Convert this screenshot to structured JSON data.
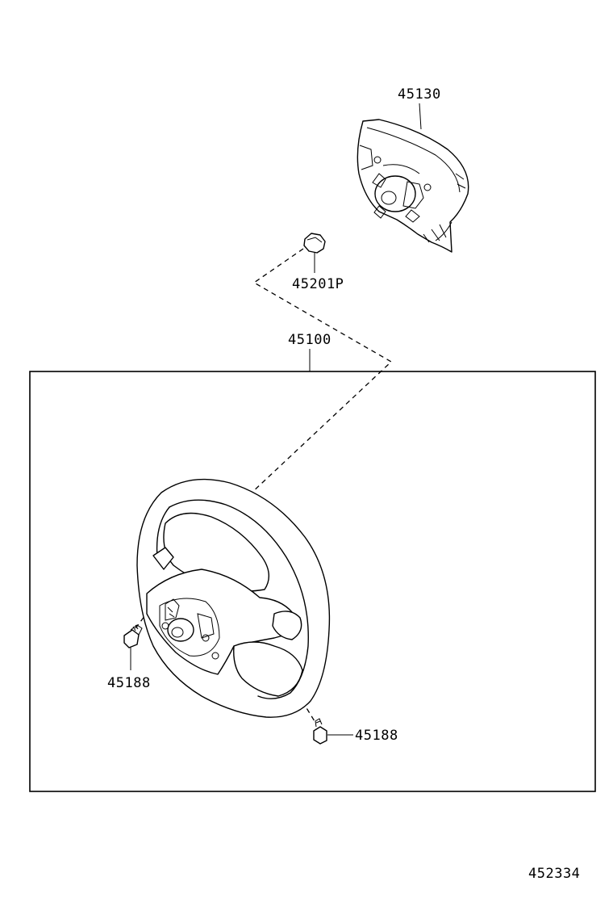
{
  "parts": {
    "airbag": "45130",
    "nut": "45201P",
    "wheel_assy": "45100",
    "bolt_left": "45188",
    "bolt_right": "45188"
  },
  "illustration_number": "452334"
}
